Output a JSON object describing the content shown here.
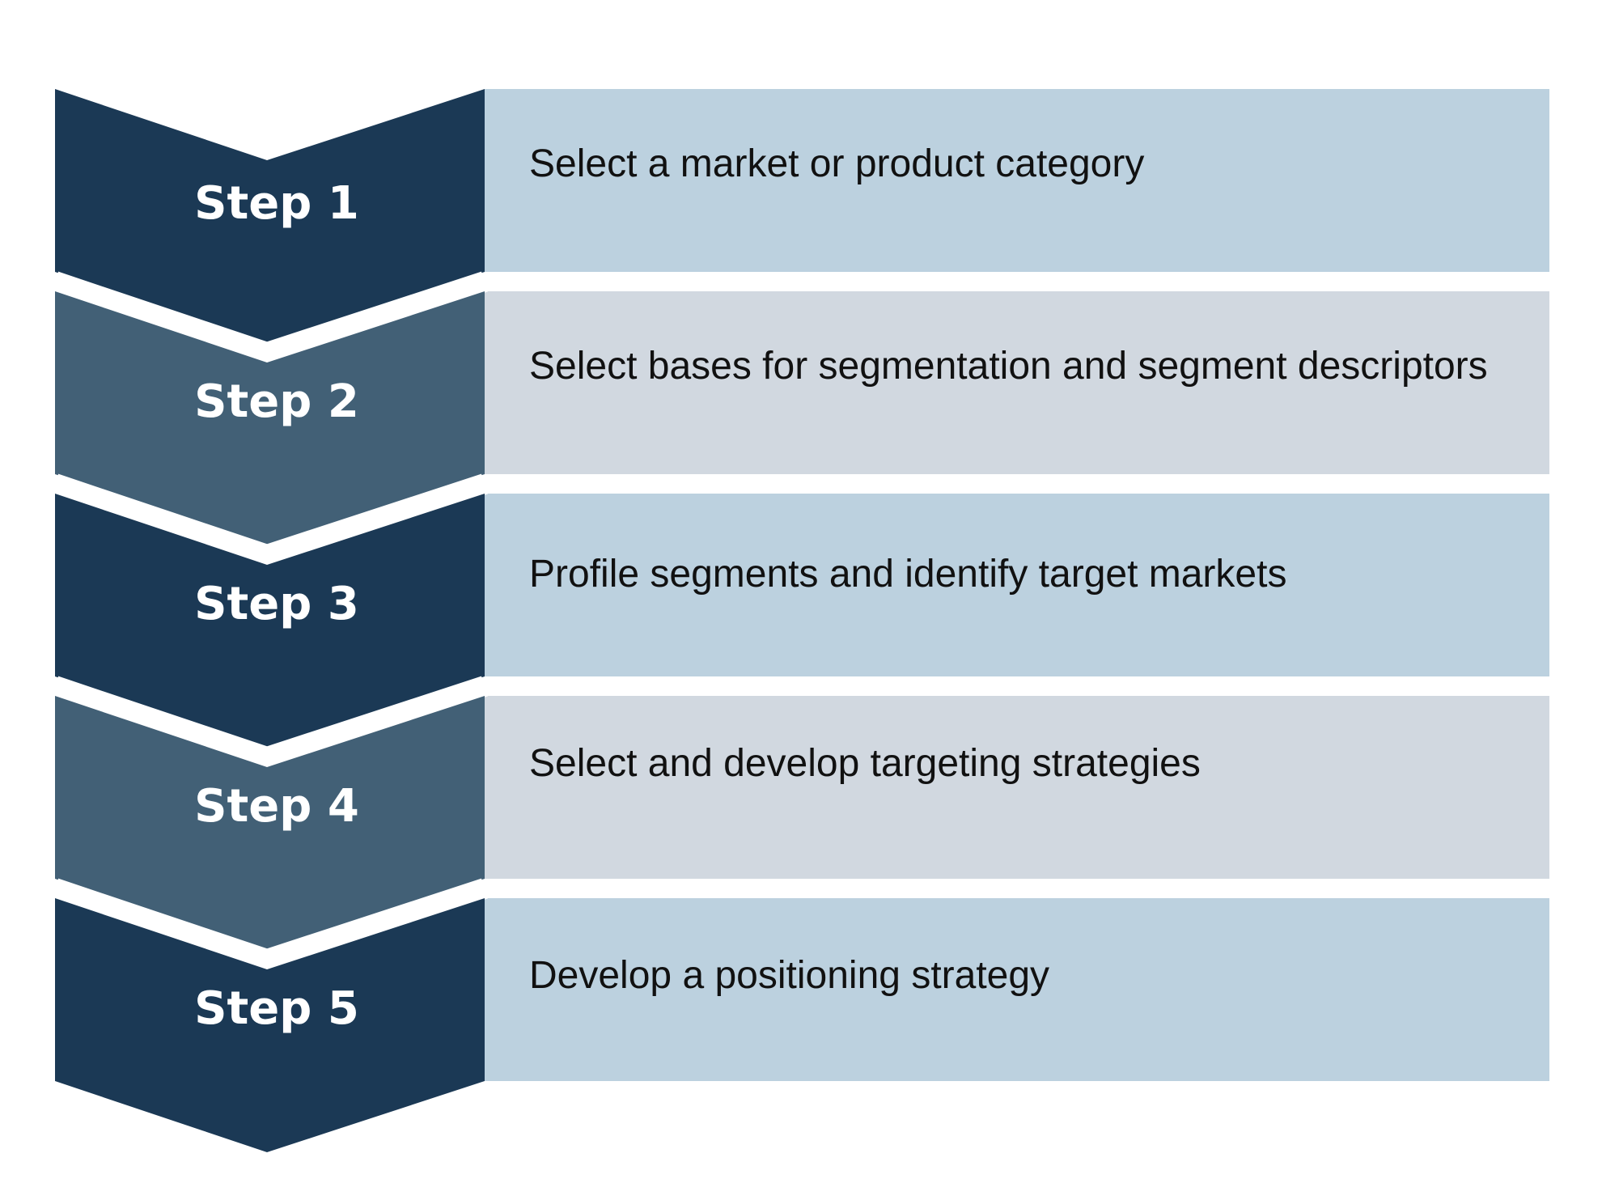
{
  "colors": {
    "chevron_dark": "#1b3955",
    "chevron_mid": "#426076",
    "row_blue": "#bcd1df",
    "row_gray": "#d1d8e0",
    "label_text": "#ffffff",
    "body_text": "#111111"
  },
  "steps": [
    {
      "label": "Step 1",
      "text": "Select a market or product category",
      "tone": "dark"
    },
    {
      "label": "Step 2",
      "text": "Select bases for segmentation and segment descriptors",
      "tone": "mid"
    },
    {
      "label": "Step 3",
      "text": "Profile segments and identify target markets",
      "tone": "dark"
    },
    {
      "label": "Step 4",
      "text": "Select and develop targeting strategies",
      "tone": "mid"
    },
    {
      "label": "Step 5",
      "text": "Develop a positioning strategy",
      "tone": "dark"
    }
  ]
}
